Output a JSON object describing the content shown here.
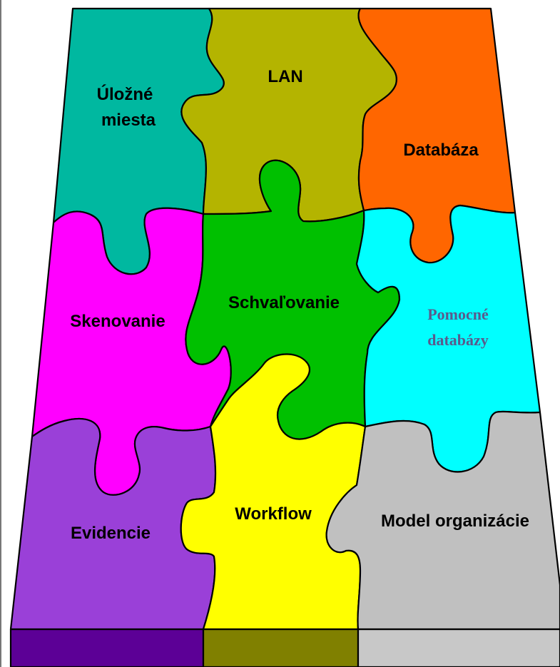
{
  "diagram": {
    "pieces": [
      {
        "id": "ulozne-miesta",
        "lines": [
          "Úložné",
          "miesta"
        ],
        "color": "#00b8a0"
      },
      {
        "id": "lan",
        "lines": [
          "LAN"
        ],
        "color": "#b4b400"
      },
      {
        "id": "databaza",
        "lines": [
          "Databáza"
        ],
        "color": "#ff6600"
      },
      {
        "id": "skenovanie",
        "lines": [
          "Skenovanie"
        ],
        "color": "#ff00ff"
      },
      {
        "id": "schvalovanie",
        "lines": [
          "Schvaľovanie"
        ],
        "color": "#00c000"
      },
      {
        "id": "pomocne-databazy",
        "lines": [
          "Pomocné",
          "databázy"
        ],
        "color": "#00ffff",
        "text_color": "#5a5a8c"
      },
      {
        "id": "evidencie",
        "lines": [
          "Evidencie"
        ],
        "color": "#9a40d8"
      },
      {
        "id": "workflow",
        "lines": [
          "Workflow"
        ],
        "color": "#ffff00"
      },
      {
        "id": "model-organizacie",
        "lines": [
          "Model organizácie"
        ],
        "color": "#c0c0c0"
      }
    ],
    "base_colors": [
      "#5c0096",
      "#808000",
      "#c8c8c8"
    ]
  }
}
